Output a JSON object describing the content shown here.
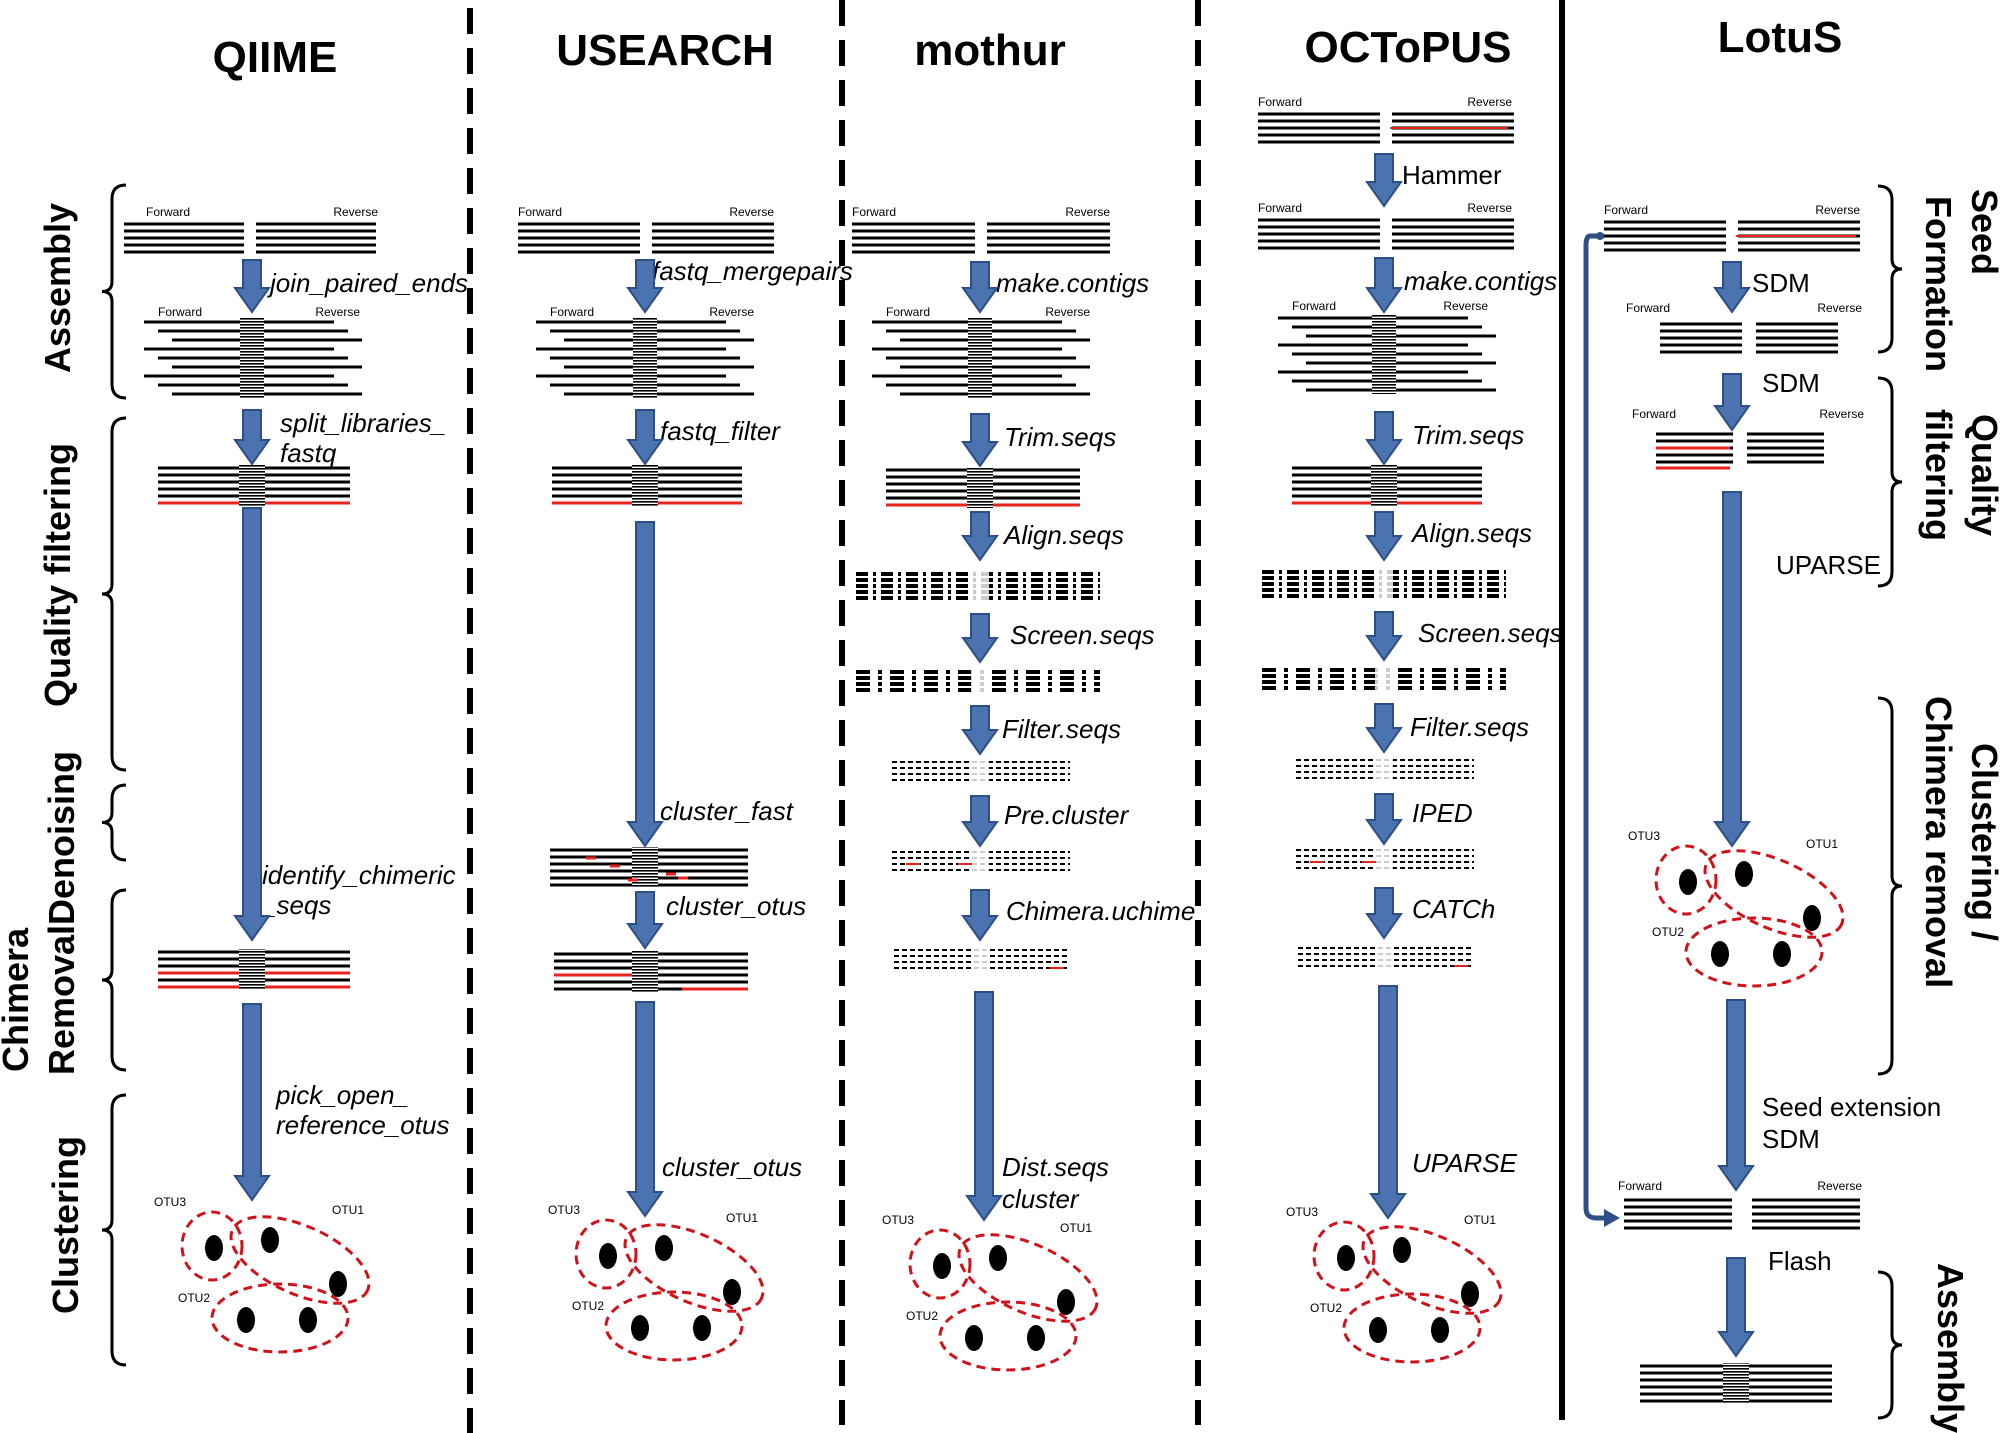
{
  "columns": [
    {
      "title": "QIIME",
      "steps": [
        "join_paired_ends",
        "split_libraries_",
        "fastq",
        "identify_chimeric",
        "_seqs",
        "pick_open_",
        "reference_otus"
      ]
    },
    {
      "title": "USEARCH",
      "steps": [
        "fastq_mergepairs",
        "fastq_filter",
        "cluster_fast",
        "cluster_otus",
        "cluster_otus"
      ]
    },
    {
      "title": "mothur",
      "steps": [
        "make.contigs",
        "Trim.seqs",
        "Align.seqs",
        "Screen.seqs",
        "Filter.seqs",
        "Pre.cluster",
        "Chimera.uchime",
        "Dist.seqs",
        "cluster"
      ]
    },
    {
      "title": "OCToPUS",
      "steps": [
        "Hammer",
        "make.contigs",
        "Trim.seqs",
        "Align.seqs",
        "Screen.seqs",
        "Filter.seqs",
        "IPED",
        "CATCh",
        "UPARSE"
      ]
    },
    {
      "title": "LotuS",
      "steps": [
        "SDM",
        "SDM",
        "UPARSE",
        "Seed extension",
        "SDM",
        "Flash"
      ]
    }
  ],
  "left_stages": [
    "Assembly",
    "Quality filtering",
    "Denoising",
    "Chimera",
    "Removal",
    "Clustering"
  ],
  "right_stages": [
    "Seed",
    "Formation",
    "Quality",
    "filtering",
    "Clustering /",
    "Chimera removal",
    "Assembly"
  ],
  "read_labels": {
    "forward": "Forward",
    "reverse": "Reverse"
  },
  "otu_labels": [
    "OTU1",
    "OTU2",
    "OTU3"
  ],
  "colors": {
    "arrow": "#4a73b0",
    "arrow_stroke": "#2e4f85",
    "error": "#e8231e",
    "cluster": "#d0121b",
    "line": "#000000"
  }
}
